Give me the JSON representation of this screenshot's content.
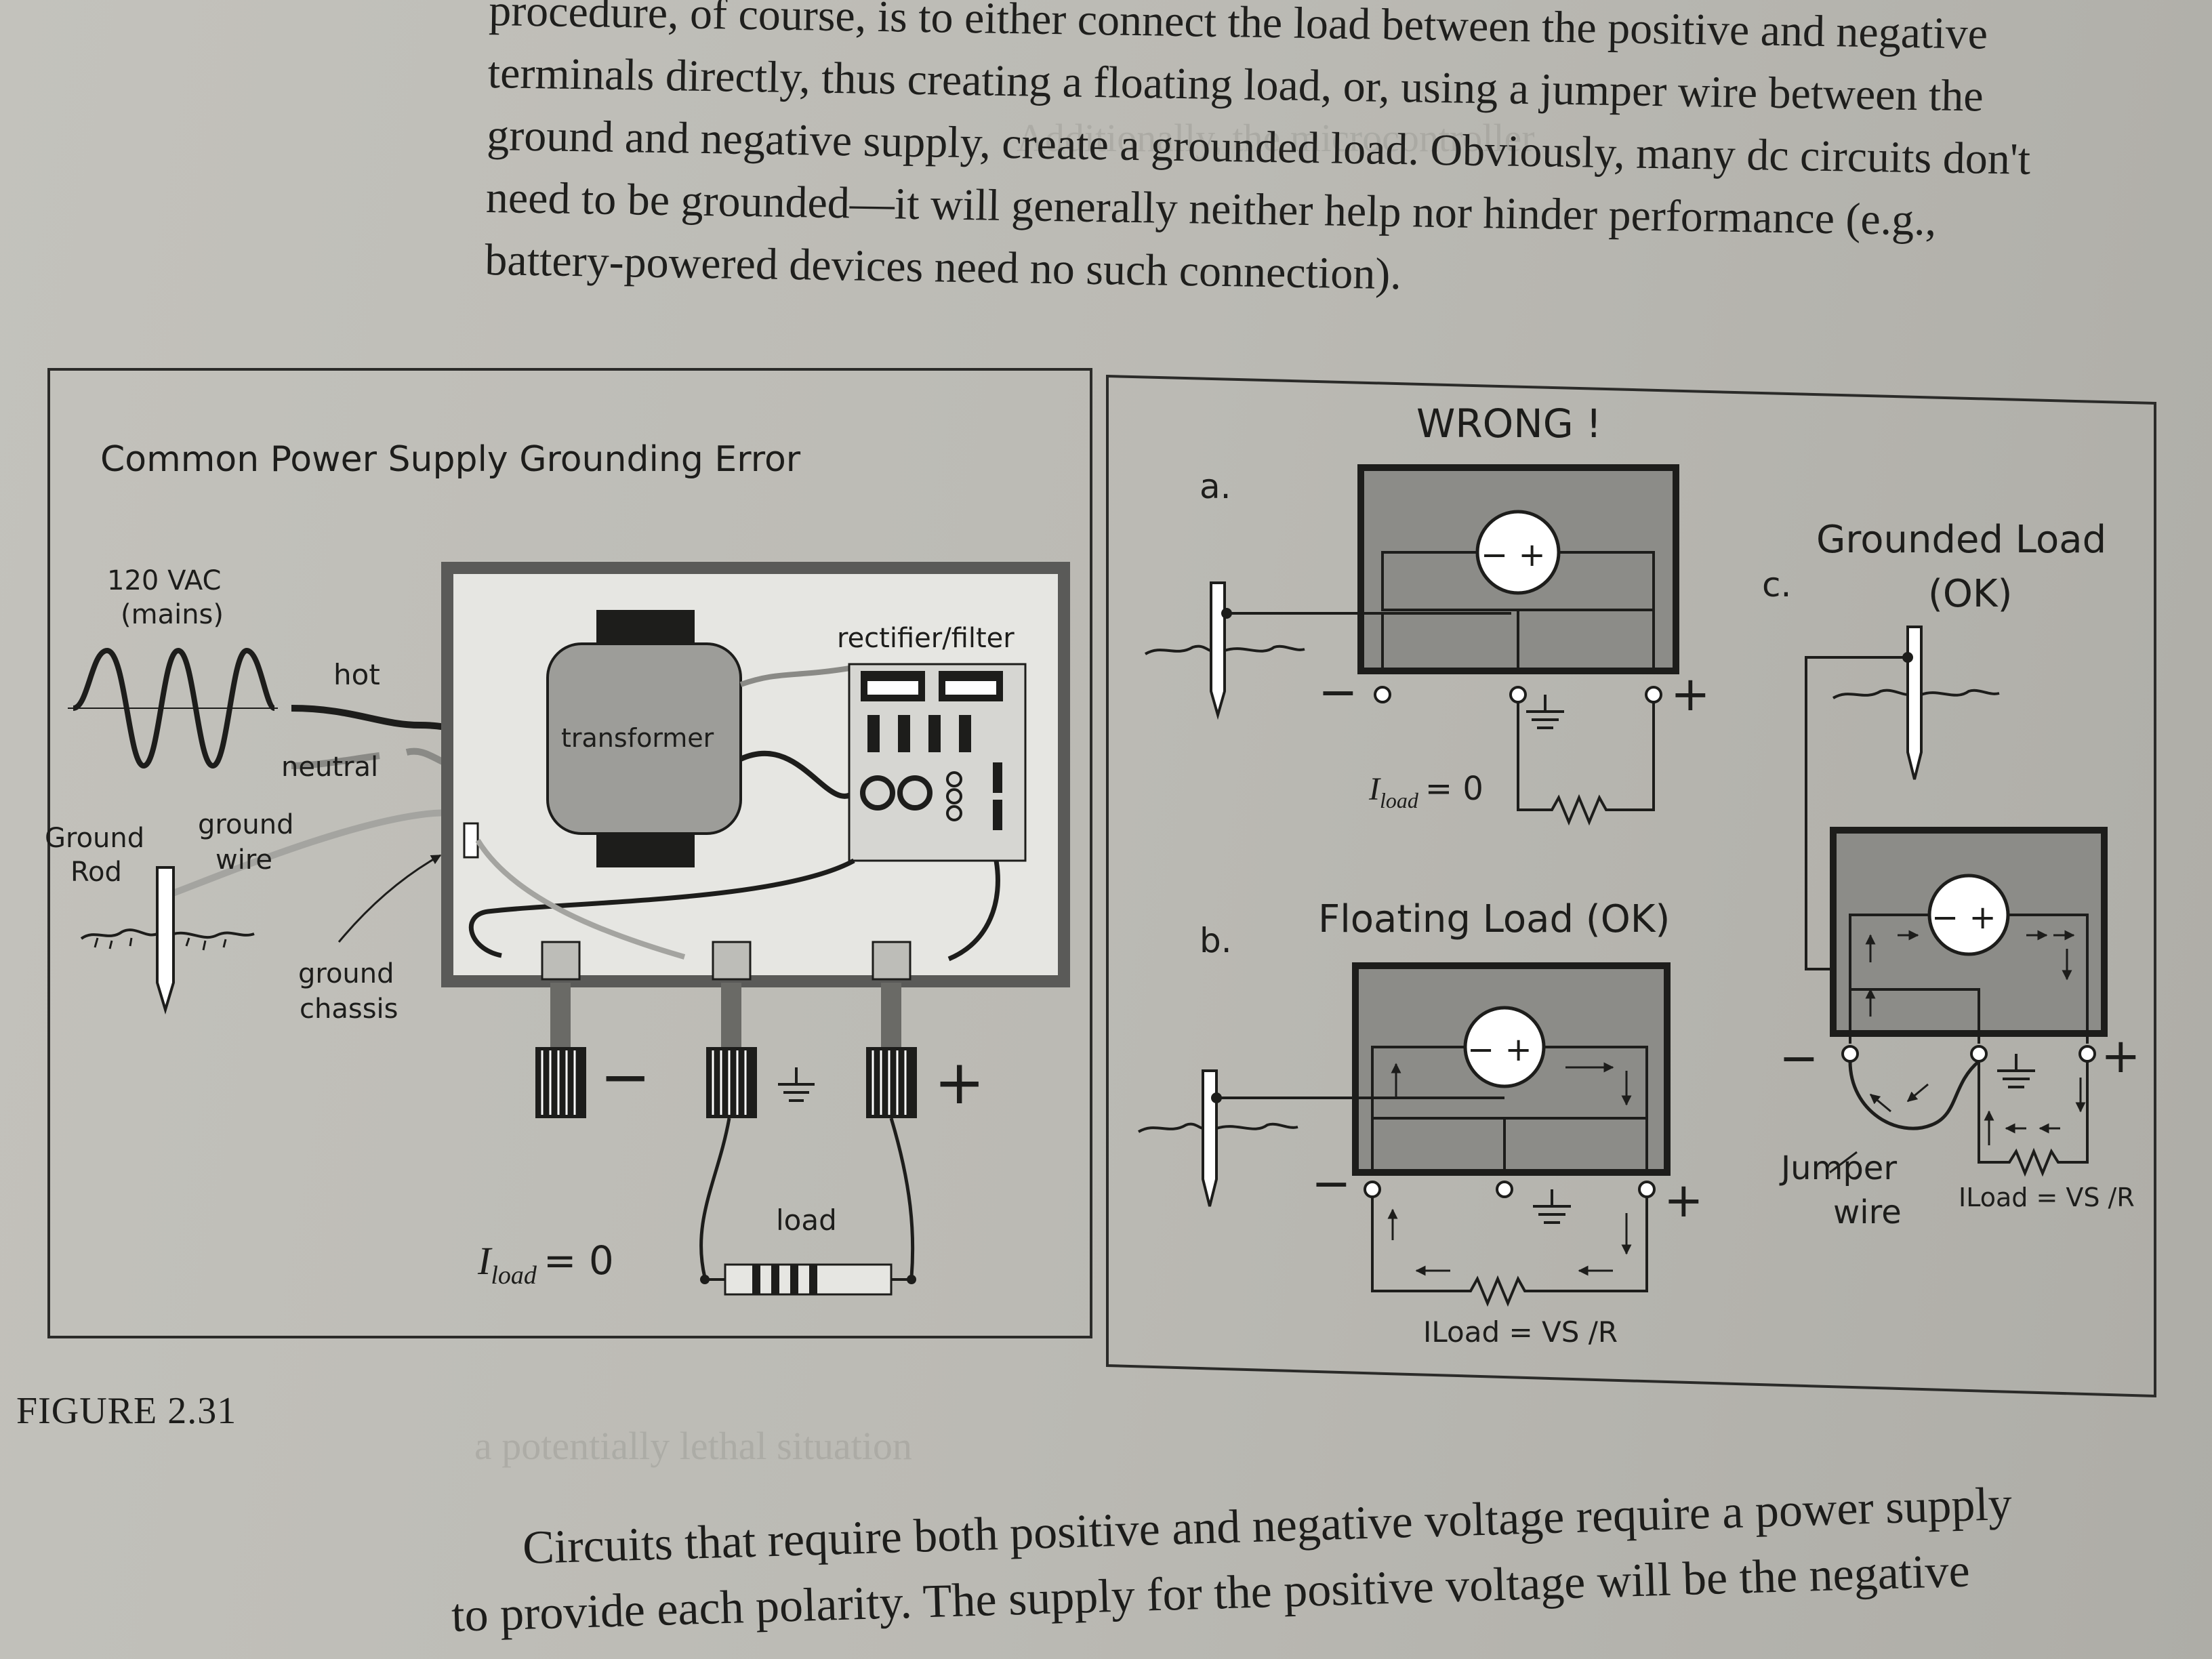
{
  "top_paragraph": {
    "lines": [
      "procedure, of course, is to either connect the load between the positive and negative",
      "terminals directly, thus creating a floating load, or, using a jumper wire between the",
      "ground and negative supply, create a grounded load. Obviously, many dc circuits don't",
      "need to be grounded—it will generally neither help nor hinder performance (e.g.,",
      "battery-powered devices need no such connection)."
    ]
  },
  "figure": {
    "caption": "FIGURE 2.31",
    "left_panel": {
      "title": "Common Power Supply Grounding Error",
      "mains_label_1": "120 VAC",
      "mains_label_2": "(mains)",
      "hot_label": "hot",
      "neutral_label": "neutral",
      "ground_rod_label_1": "Ground",
      "ground_rod_label_2": "Rod",
      "ground_wire_label_1": "ground",
      "ground_wire_label_2": "wire",
      "ground_chassis_label_1": "ground",
      "ground_chassis_label_2": "chassis",
      "transformer_label": "transformer",
      "rectifier_label": "rectifier/filter",
      "minus_terminal": "−",
      "plus_terminal": "+",
      "load_label": "load",
      "current_symbol": "I",
      "current_subscript": "load",
      "current_value": "= 0"
    },
    "right_panel": {
      "wrong_label": "WRONG !",
      "a_label": "a.",
      "a_current_symbol": "I",
      "a_current_subscript": "load",
      "a_current_value": "= 0",
      "b_label": "b.",
      "b_title": "Floating Load (OK)",
      "b_current": "ILoad = VS /R",
      "c_label": "c.",
      "c_title_1": "Grounded Load",
      "c_title_2": "(OK)",
      "c_current": "ILoad = VS /R",
      "jumper_label_1": "Jumper",
      "jumper_label_2": "wire",
      "supply_symbol": "− +",
      "minus_terminal": "−",
      "plus_terminal": "+"
    }
  },
  "bottom_paragraph": {
    "lines": [
      "Circuits that require both positive and negative voltage require a power supply",
      "to provide each polarity. The supply for the positive voltage will be the negative"
    ]
  }
}
